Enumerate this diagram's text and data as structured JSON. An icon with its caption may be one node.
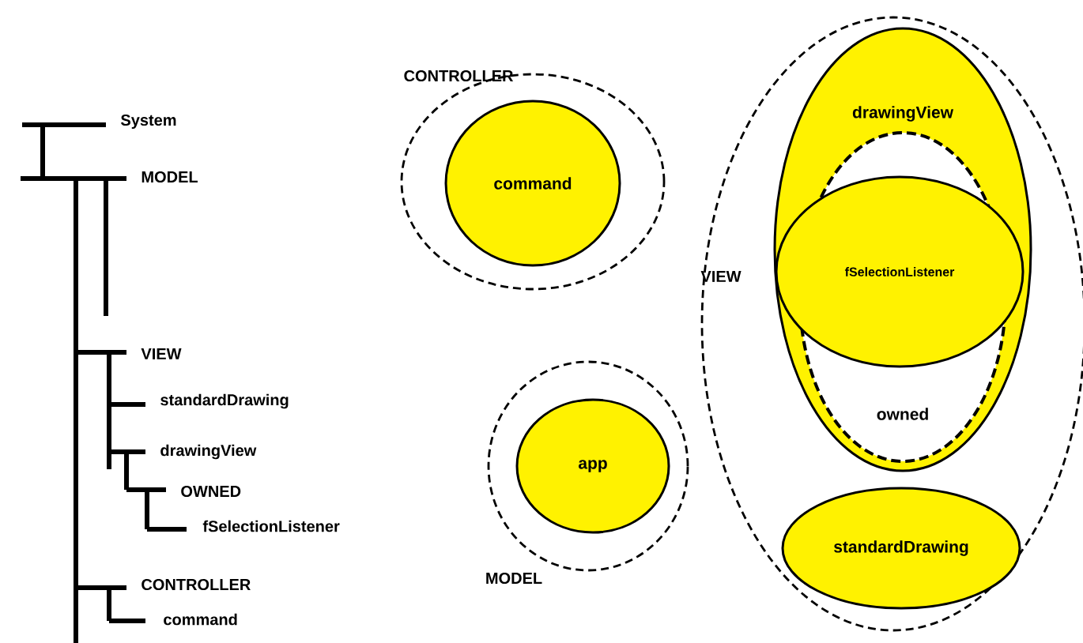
{
  "diagram": {
    "nodes": [
      {
        "text": [
          "CONTROLLER"
        ]
      },
      {
        "text": [
          "command"
        ],
        "in": 0
      },
      {
        "text": [
          "MODEL"
        ]
      },
      {
        "text": [
          "app"
        ],
        "in": 2
      },
      {
        "text": [
          "VIEW"
        ]
      },
      {
        "text": [
          "drawingView"
        ],
        "in": 4
      },
      {
        "text": [
          "owned"
        ],
        "in": 5
      },
      {
        "text": [
          "fSelectionListener"
        ],
        "in": 6
      },
      {
        "text": [
          "standardDrawing"
        ],
        "in": 4
      }
    ],
    "labels": [
      "System",
      "MODEL",
      "VIEW",
      "standardDrawing",
      "drawingView",
      "OWNED",
      "fSelectionListener",
      "CONTROLLER",
      "command"
    ]
  }
}
